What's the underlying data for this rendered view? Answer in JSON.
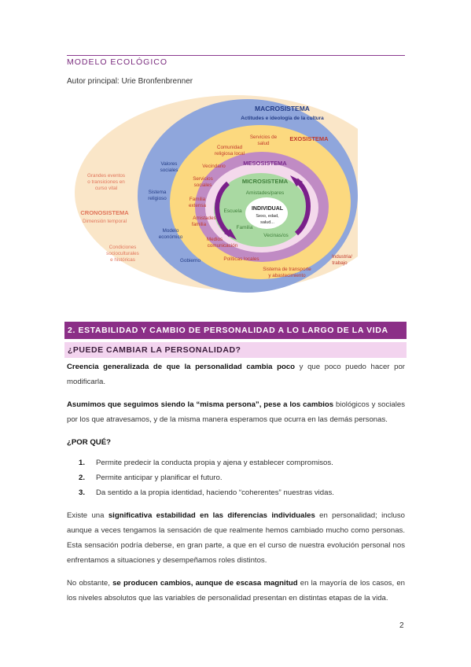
{
  "header": {
    "section_title": "MODELO ECOLÓGICO",
    "author": "Autor principal: Urie Bronfenbrenner"
  },
  "diagram": {
    "colors": {
      "crono": "#fae6c8",
      "macro": "#8fa6dc",
      "exo": "#fcd97f",
      "meso_ring": "#c08bc4",
      "meso_inner": "#f4d9ec",
      "micro": "#a9d9a2",
      "individual": "#ffffff",
      "crono_text": "#e0745a",
      "macro_text": "#243d86",
      "exo_text": "#c0392b",
      "meso_text": "#7b2a8d",
      "micro_text": "#3f7f3a",
      "arrow": "#7a1f8a"
    },
    "macro": {
      "title": "MACROSISTEMA",
      "subtitle": "Actitudes e ideología de la cultura"
    },
    "exo": {
      "title": "EXOSISTEMA"
    },
    "meso": {
      "title": "MESOSISTEMA"
    },
    "micro": {
      "title": "MICROSISTEMA"
    },
    "individual": {
      "title": "INDIVIDUAL",
      "line1": "Sexo, edad,",
      "line2": "salud..."
    },
    "crono": {
      "title": "CRONOSISTEMA",
      "subtitle": "Dimensión temporal",
      "events_1": "Grandes eventos",
      "events_2": "o transiciones en",
      "events_3": "curso vital",
      "cond_1": "Condiciones",
      "cond_2": "socioculturales",
      "cond_3": "e históricas"
    },
    "macro_labels": {
      "valores_1": "Valores",
      "valores_2": "sociales",
      "religioso_1": "Sistema",
      "religioso_2": "religioso",
      "modelo_1": "Modelo",
      "modelo_2": "económico",
      "gobierno": "Gobierno"
    },
    "exo_labels": {
      "salud_1": "Servicios de",
      "salud_2": "salud",
      "comunidad_1": "Comunidad",
      "comunidad_2": "religiosa local",
      "vecindario": "Vecindario",
      "sociales_1": "Servicios",
      "sociales_2": "sociales",
      "familia_1": "Familia",
      "familia_2": "extensa",
      "amistades_1": "Amistades",
      "amistades_2": "familia",
      "medios_1": "Medios",
      "medios_2": "comunicación",
      "politicas": "Políticas locales",
      "transporte_1": "Sistema de transporte",
      "transporte_2": "y abastecimiento",
      "industria_1": "Industria/",
      "industria_2": "trabajo"
    },
    "micro_labels": {
      "amistades": "Amistades/pares",
      "escuela": "Escuela",
      "familia": "Familia",
      "vecinas": "Vecinas/os"
    }
  },
  "section2": {
    "band_title": "2. ESTABILIDAD Y CAMBIO DE PERSONALIDAD A LO LARGO DE LA VIDA",
    "question": "¿PUEDE CAMBIAR LA PERSONALIDAD?",
    "p1_bold": "Creencia generalizada de que la personalidad cambia poco",
    "p1_rest": " y que poco puedo hacer por modificarla.",
    "p2_bold": "Asumimos que seguimos siendo la “misma persona”, pese a los cambios",
    "p2_rest": " biológicos y sociales por los que atravesamos, y de la misma manera esperamos que ocurra en las demás personas.",
    "why_heading": "¿POR QUÉ?",
    "reasons": [
      {
        "num": "1.",
        "text": "Permite predecir la conducta propia y ajena y establecer compromisos."
      },
      {
        "num": "2.",
        "text": "Permite anticipar y planificar el futuro."
      },
      {
        "num": "3.",
        "text": "Da sentido a la propia identidad, haciendo “coherentes” nuestras vidas."
      }
    ],
    "p3_pre": "Existe una ",
    "p3_bold": "significativa estabilidad en las diferencias individuales",
    "p3_rest": " en personalidad; incluso aunque a veces tengamos la sensación de que realmente hemos cambiado mucho como personas. Esta sensación podría deberse, en gran parte, a que en el curso de nuestra evolución personal nos enfrentamos a situaciones y desempeñamos roles distintos.",
    "p4_pre": "No obstante, ",
    "p4_bold": "se producen cambios, aunque de escasa magnitud",
    "p4_rest": " en la mayoría de los casos, en los niveles absolutos que las variables de personalidad presentan en distintas etapas de la vida."
  },
  "footer": {
    "page_number": "2"
  }
}
